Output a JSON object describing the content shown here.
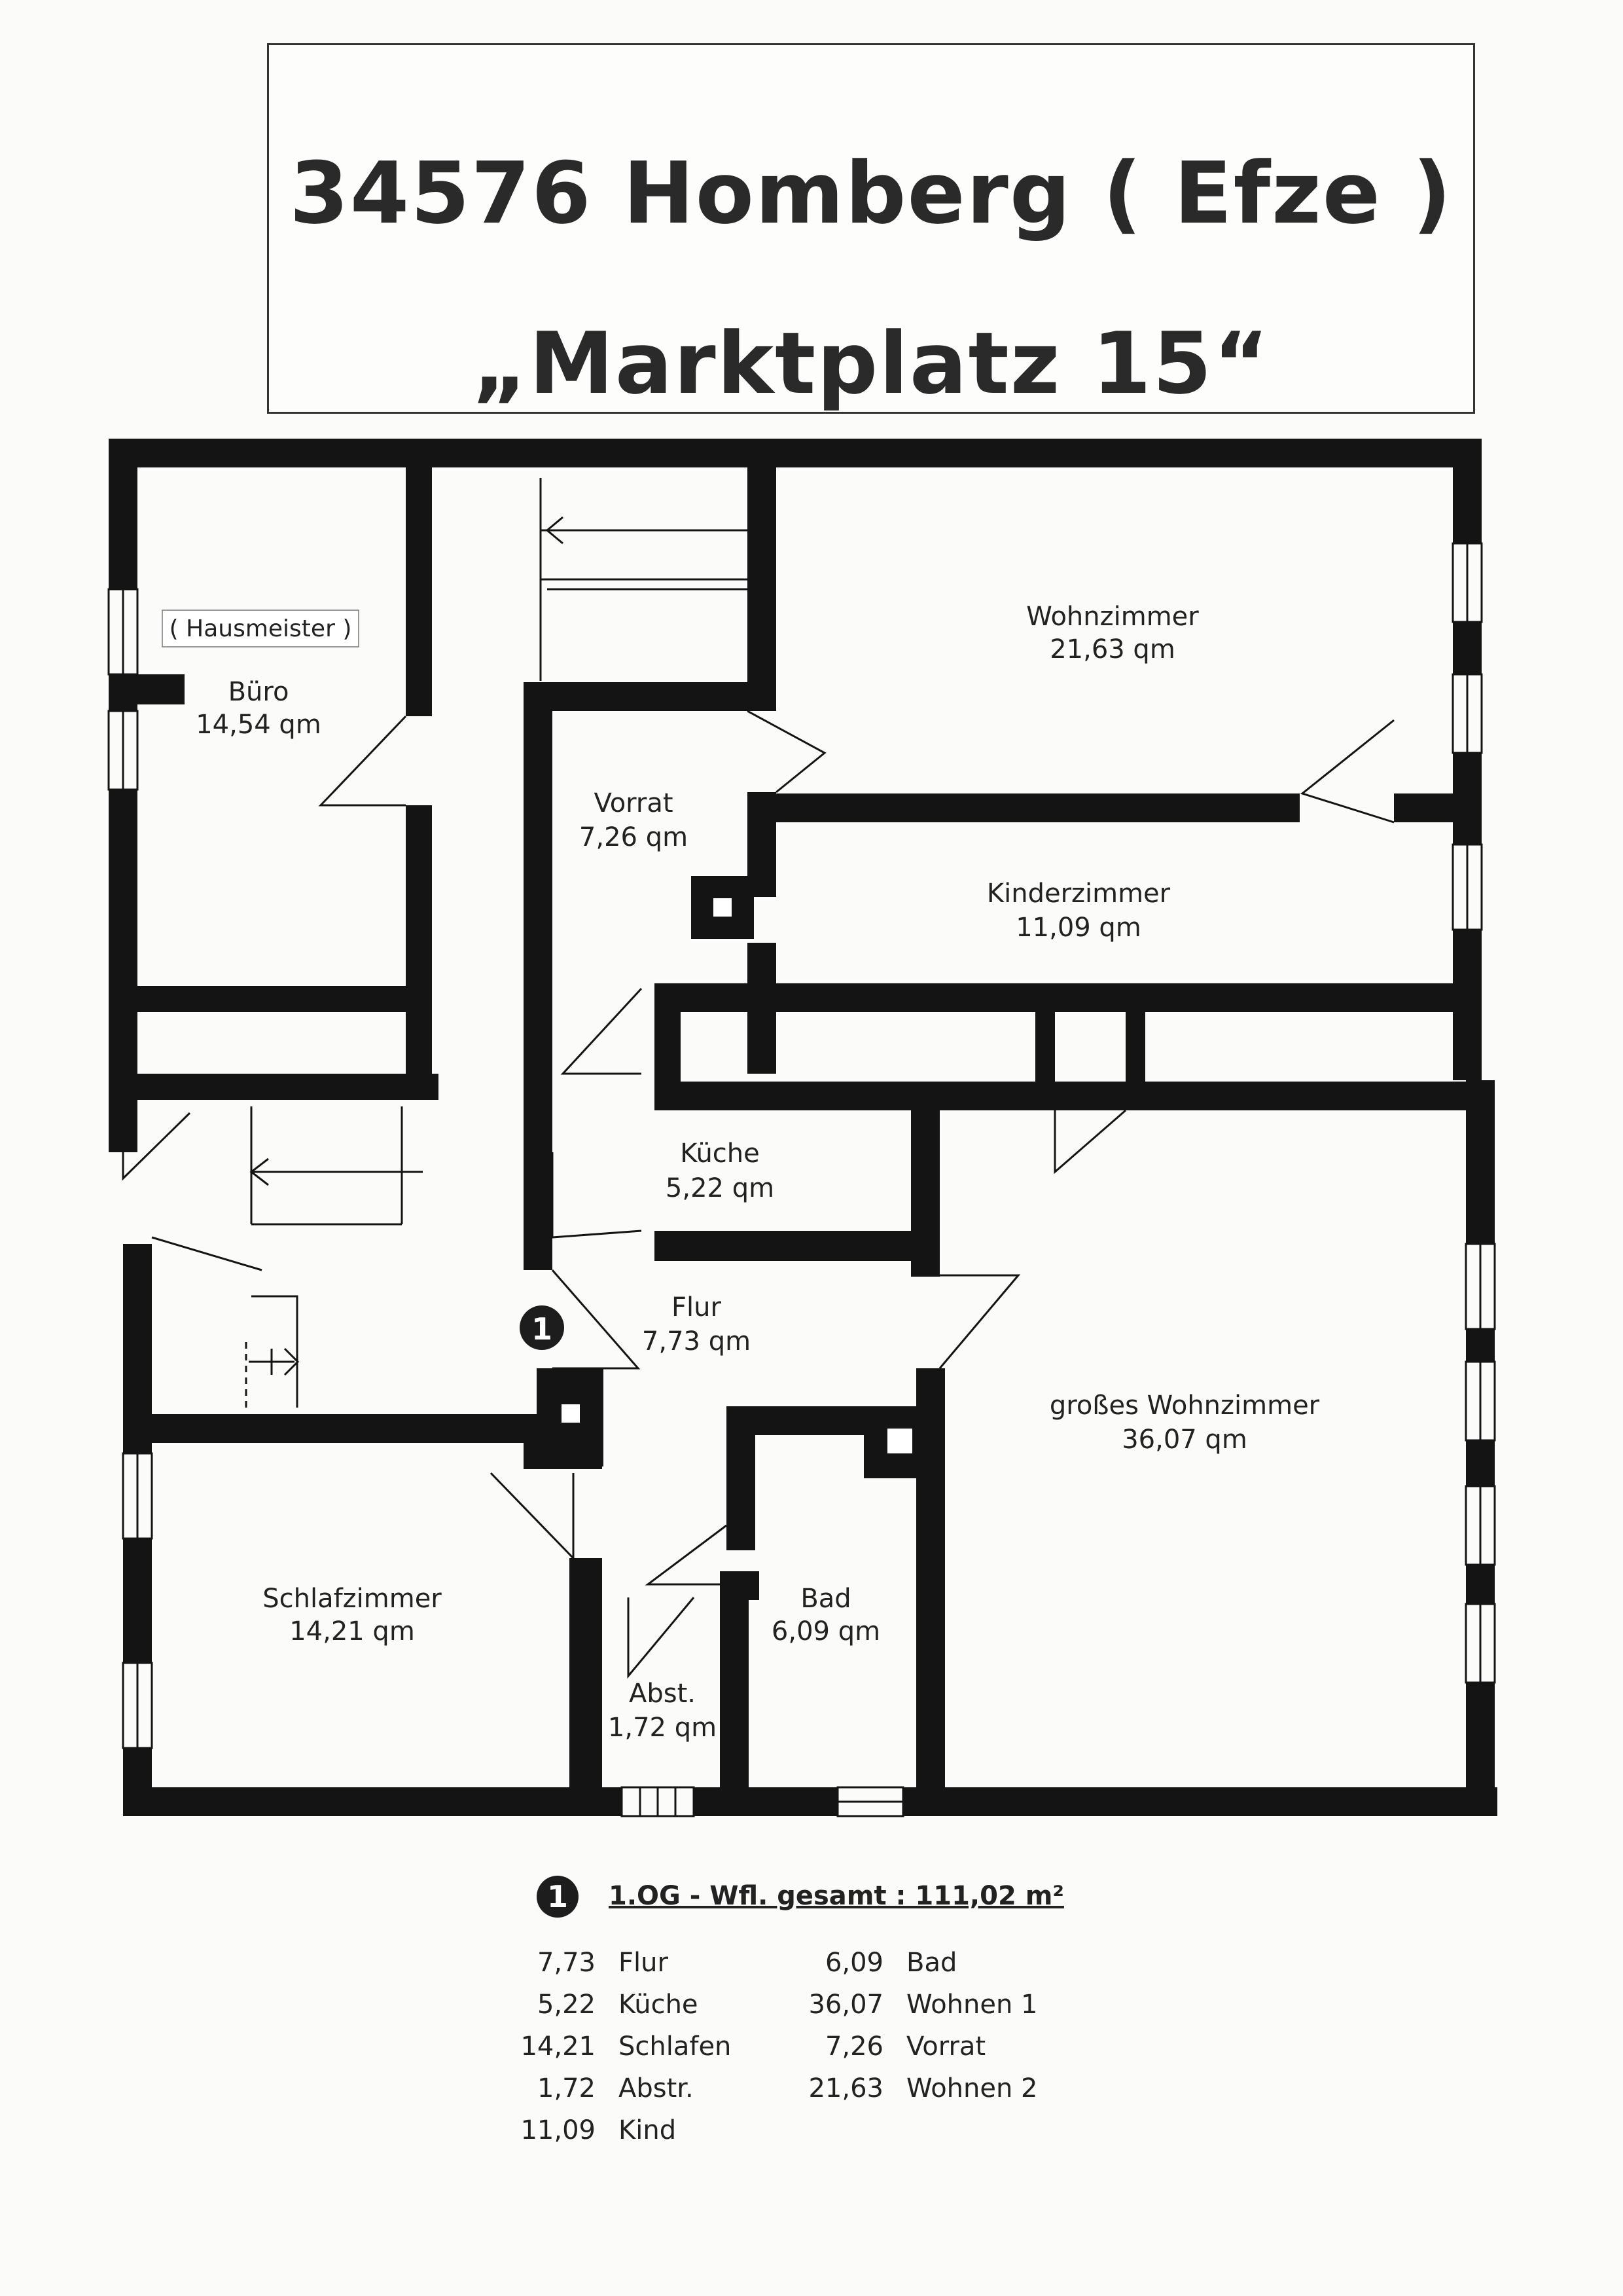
{
  "header": {
    "line1": "34576  Homberg ( Efze )",
    "line2": "„Marktplatz 15“"
  },
  "rooms": {
    "hausmeister": "( Hausmeister )",
    "buero": {
      "name": "Büro",
      "area": "14,54 qm"
    },
    "wohnzimmer": {
      "name": "Wohnzimmer",
      "area": "21,63 qm"
    },
    "vorrat": {
      "name": "Vorrat",
      "area": "7,26 qm"
    },
    "kinderzimmer": {
      "name": "Kinderzimmer",
      "area": "11,09 qm"
    },
    "kueche": {
      "name": "Küche",
      "area": "5,22 qm"
    },
    "flur": {
      "name": "Flur",
      "area": "7,73 qm"
    },
    "grosses_wohnzimmer": {
      "name": "großes Wohnzimmer",
      "area": "36,07 qm"
    },
    "schlafzimmer": {
      "name": "Schlafzimmer",
      "area": "14,21 qm"
    },
    "bad": {
      "name": "Bad",
      "area": "6,09 qm"
    },
    "abst": {
      "name": "Abst.",
      "area": "1,72 qm"
    }
  },
  "marker": "1",
  "summary": {
    "title": "1.OG - Wfl. gesamt :  111,02 m²",
    "left": [
      {
        "value": "7,73",
        "label": "Flur"
      },
      {
        "value": "5,22",
        "label": "Küche"
      },
      {
        "value": "14,21",
        "label": "Schlafen"
      },
      {
        "value": "1,72",
        "label": "Abstr."
      },
      {
        "value": "11,09",
        "label": "Kind"
      }
    ],
    "right": [
      {
        "value": "6,09",
        "label": "Bad"
      },
      {
        "value": "36,07",
        "label": "Wohnen 1"
      },
      {
        "value": "7,26",
        "label": "Vorrat"
      },
      {
        "value": "21,63",
        "label": "Wohnen 2"
      }
    ]
  }
}
